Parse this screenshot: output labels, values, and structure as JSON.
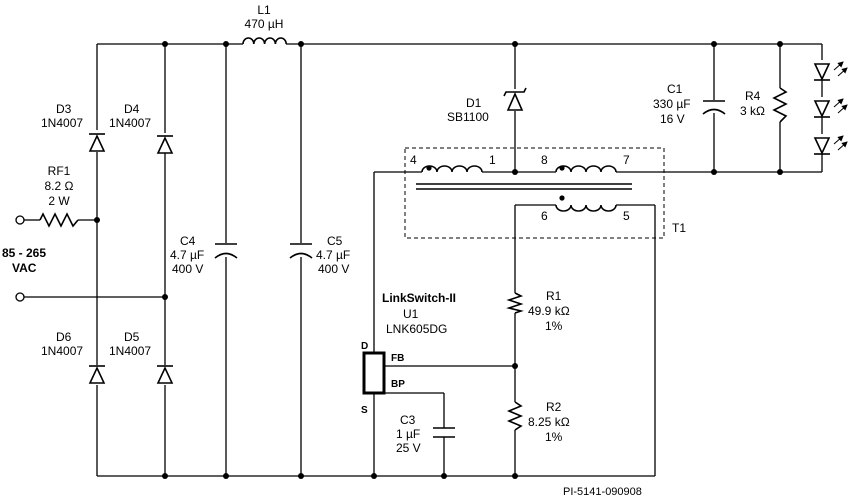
{
  "input": {
    "voltage_range": "85 - 265",
    "voltage_type": "VAC"
  },
  "components": {
    "L1": {
      "ref": "L1",
      "value": "470 µH"
    },
    "D1": {
      "ref": "D1",
      "part": "SB1100"
    },
    "D3": {
      "ref": "D3",
      "part": "1N4007"
    },
    "D4": {
      "ref": "D4",
      "part": "1N4007"
    },
    "D5": {
      "ref": "D5",
      "part": "1N4007"
    },
    "D6": {
      "ref": "D6",
      "part": "1N4007"
    },
    "RF1": {
      "ref": "RF1",
      "value": "8.2 Ω",
      "rating": "2 W"
    },
    "C1": {
      "ref": "C1",
      "value": "330 µF",
      "rating": "16 V"
    },
    "C3": {
      "ref": "C3",
      "value": "1 µF",
      "rating": "25 V"
    },
    "C4": {
      "ref": "C4",
      "value": "4.7 µF",
      "rating": "400 V"
    },
    "C5": {
      "ref": "C5",
      "value": "4.7 µF",
      "rating": "400 V"
    },
    "R1": {
      "ref": "R1",
      "value": "49.9 kΩ",
      "tolerance": "1%"
    },
    "R2": {
      "ref": "R2",
      "value": "8.25 kΩ",
      "tolerance": "1%"
    },
    "R4": {
      "ref": "R4",
      "value": "3 kΩ"
    },
    "T1": {
      "ref": "T1",
      "pins": [
        "4",
        "1",
        "8",
        "7",
        "6",
        "5"
      ]
    },
    "U1": {
      "family": "LinkSwitch-II",
      "ref": "U1",
      "part": "LNK605DG",
      "pins": {
        "d": "D",
        "fb": "FB",
        "bp": "BP",
        "s": "S"
      }
    }
  },
  "drawing_id": "PI-5141-090908"
}
